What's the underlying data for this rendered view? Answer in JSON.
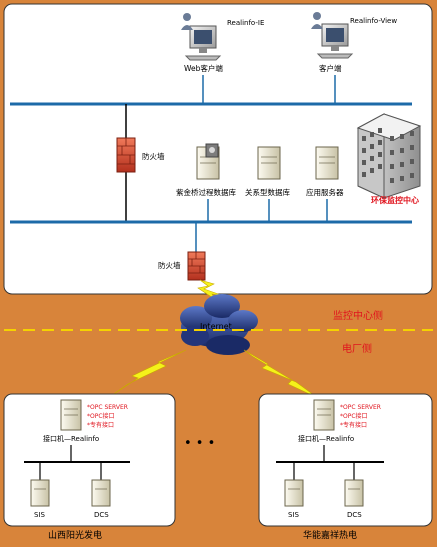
{
  "top": {
    "client_ie_label": "Realinfo-IE",
    "client_view_label": "Realinfo-View",
    "web_client": "Web客户端",
    "client": "客户端",
    "firewall_top": "防火墙",
    "db1": "紫金桥过程数据库",
    "db2": "关系型数据库",
    "app_server": "应用服务器",
    "center": "环保监控中心",
    "firewall_bottom": "防火墙"
  },
  "network": {
    "internet": "Internet"
  },
  "divider": {
    "upper": "监控中心侧",
    "lower": "电厂侧"
  },
  "ellipsis": "• • •",
  "plant_left": {
    "opc_lines": [
      "*OPC SERVER",
      "*OPC接口",
      "*专有接口"
    ],
    "interface": "接口机—Realinfo",
    "sis": "SIS",
    "dcs": "DCS",
    "name": "山西阳光发电"
  },
  "plant_right": {
    "opc_lines": [
      "*OPC SERVER",
      "*OPC接口",
      "*专有接口"
    ],
    "interface": "接口机—Realinfo",
    "sis": "SIS",
    "dcs": "DCS",
    "name": "华能嘉祥热电"
  },
  "colors": {
    "background": "#d8843a",
    "bus": "#1c6aa8",
    "accent_red": "#e0141e",
    "panel": "#ffffff"
  }
}
